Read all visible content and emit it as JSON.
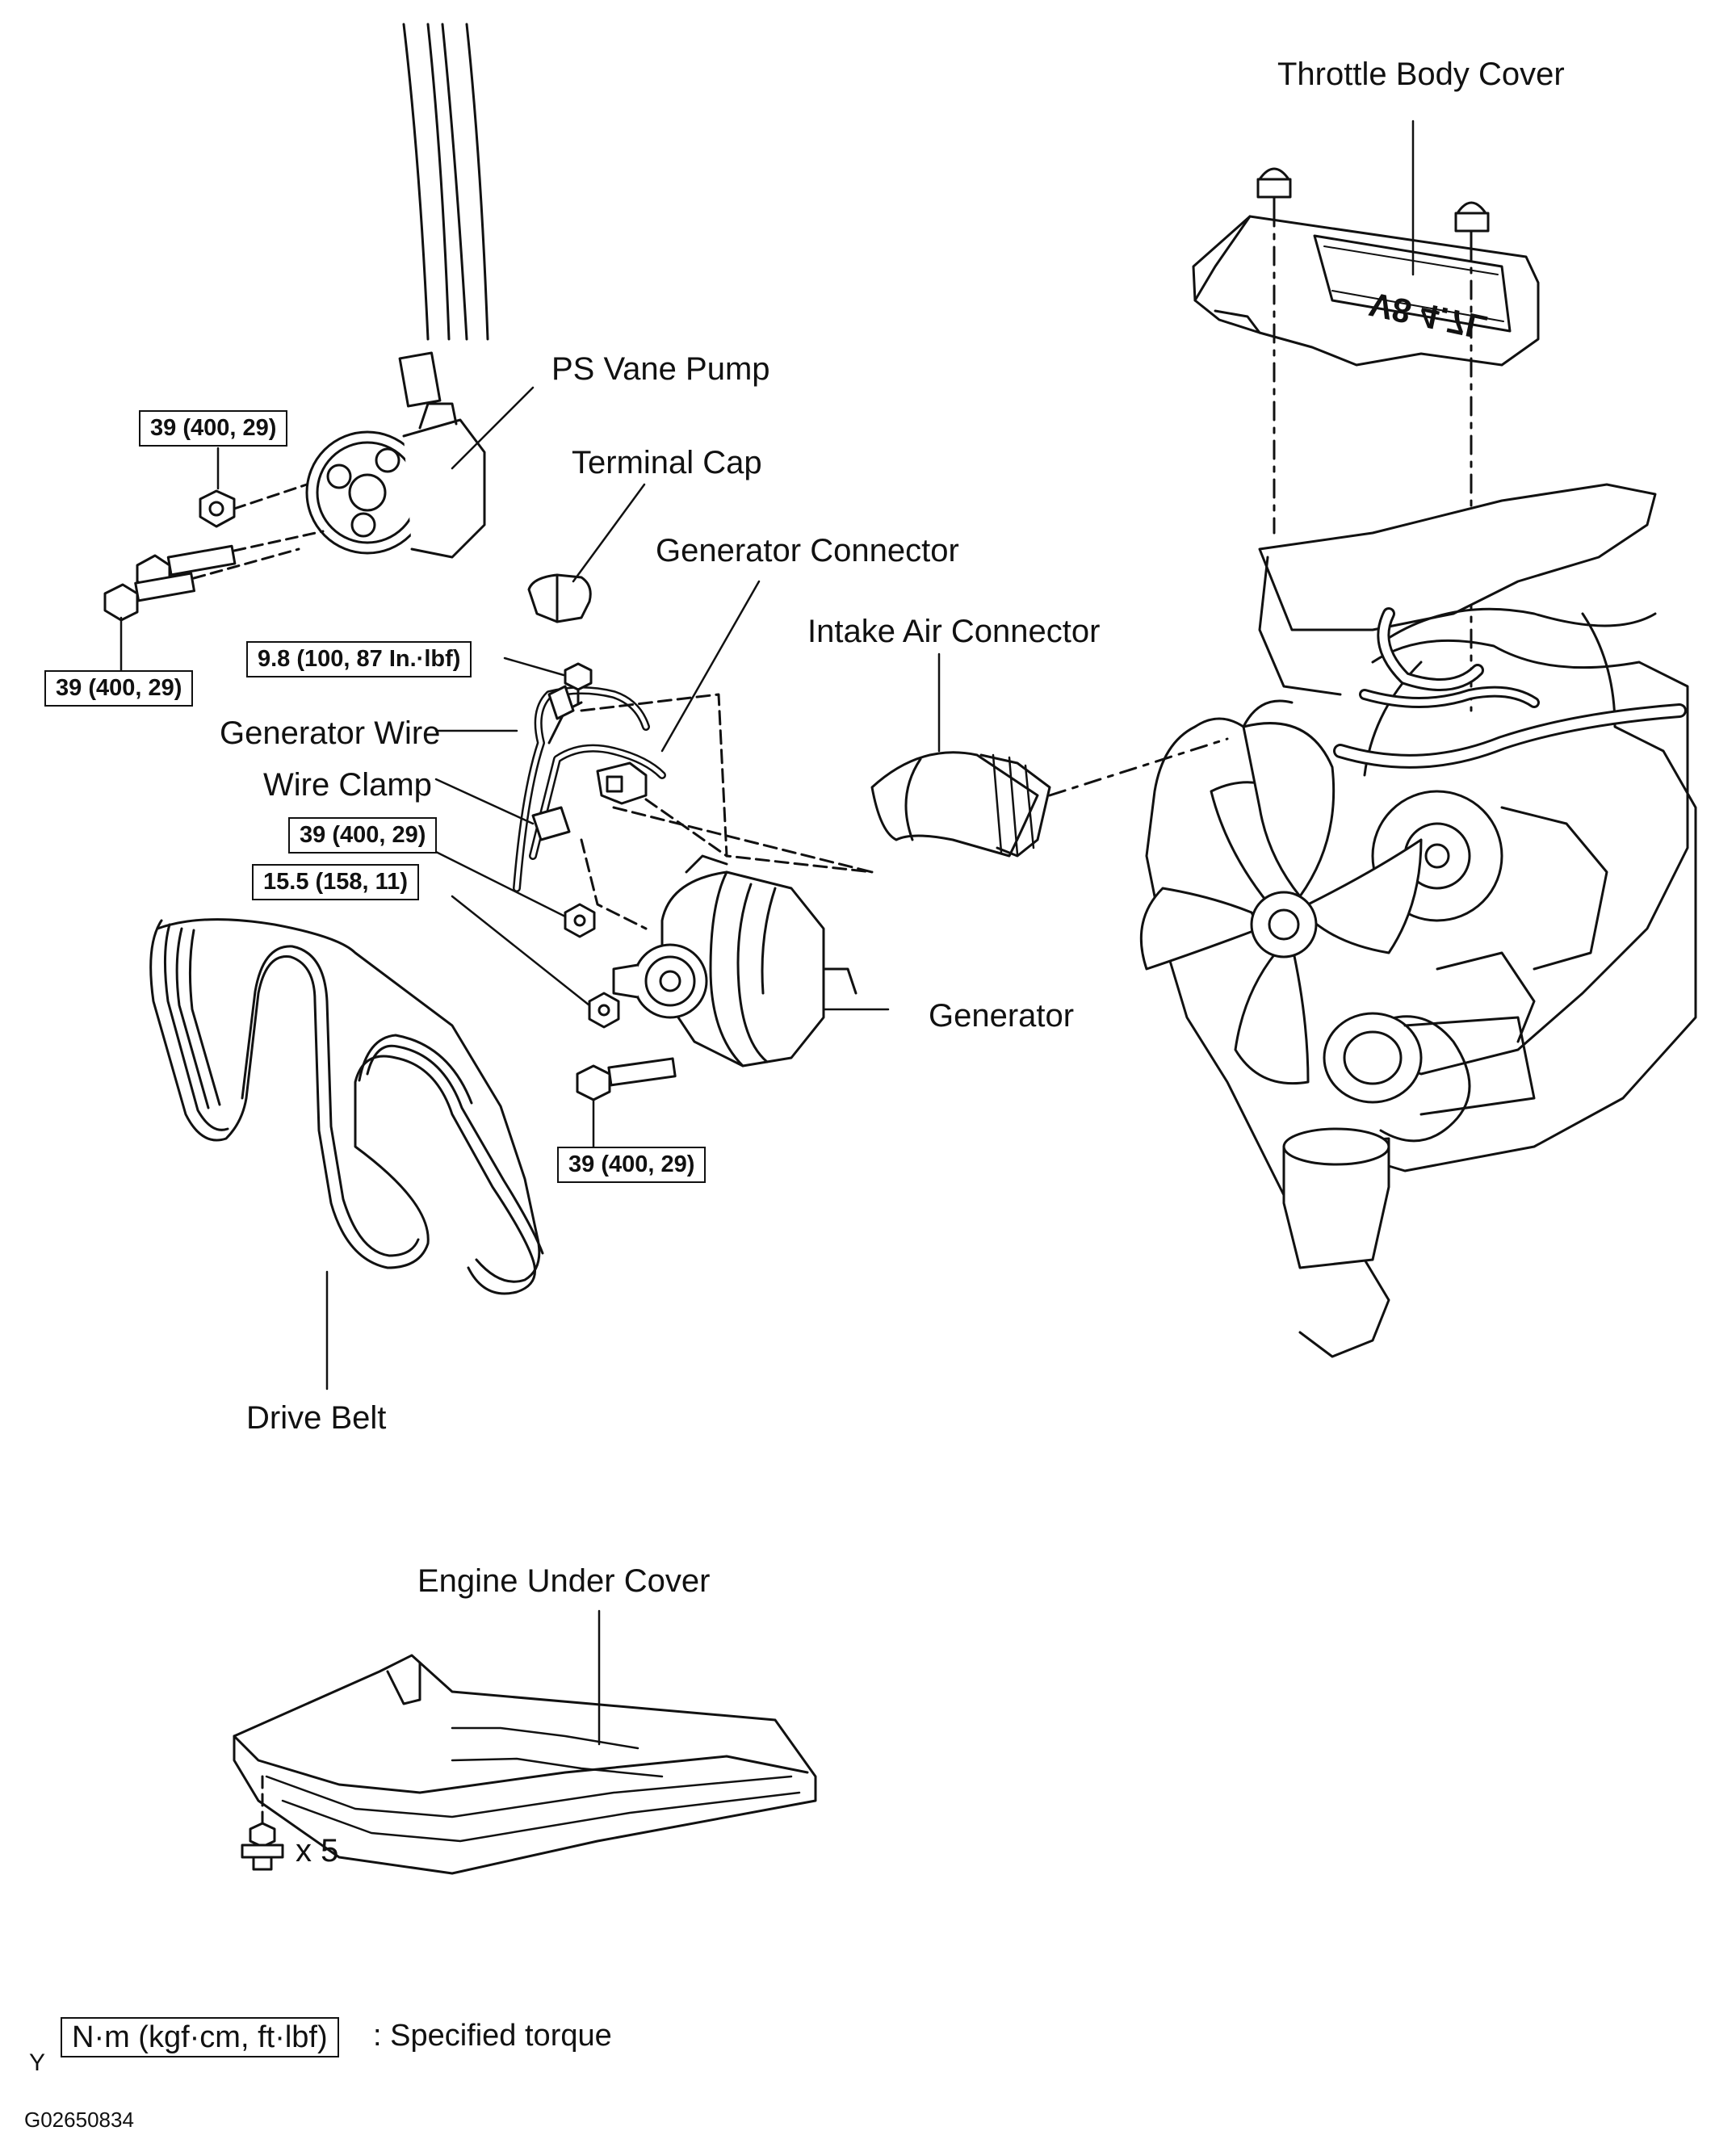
{
  "labels": {
    "throttle_body_cover": "Throttle Body Cover",
    "ps_vane_pump": "PS Vane Pump",
    "terminal_cap": "Terminal Cap",
    "generator_connector": "Generator Connector",
    "intake_air_connector": "Intake Air Connector",
    "generator_wire": "Generator Wire",
    "wire_clamp": "Wire Clamp",
    "generator": "Generator",
    "drive_belt": "Drive Belt",
    "engine_under_cover": "Engine Under Cover",
    "bolt_count": "x 5"
  },
  "torques": {
    "ps_pump_nut": "39 (400, 29)",
    "ps_pump_bolt": "39 (400, 29)",
    "wire_nut": "9.8 (100, 87 In.·lbf)",
    "generator_nut_upper": "39 (400, 29)",
    "generator_nut_lower": "15.5 (158, 11)",
    "generator_bolt": "39 (400, 29)"
  },
  "legend": {
    "marker": "Y",
    "unit_box": "N·m (kgf·cm, ft·lbf)",
    "description": ": Specified torque"
  },
  "figure_code": "G02650834"
}
